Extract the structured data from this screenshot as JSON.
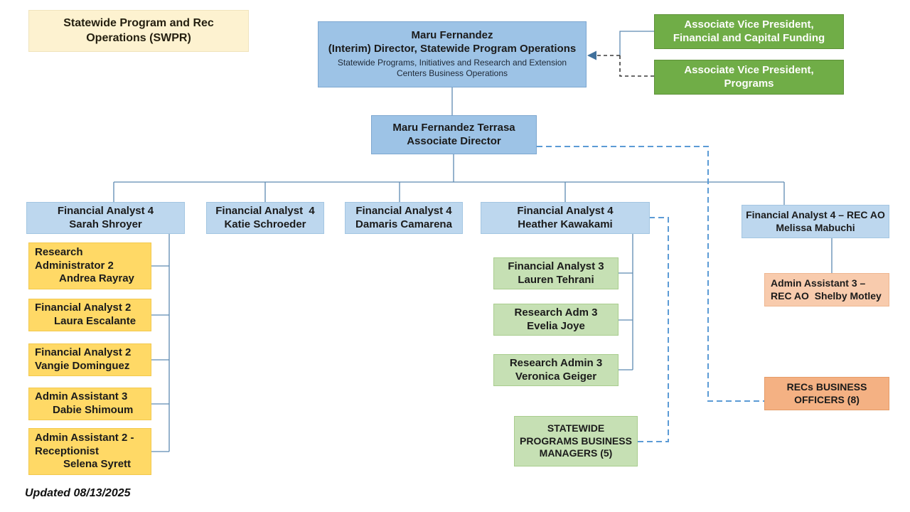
{
  "title_card": {
    "text": "Statewide Program and Rec Operations (SWPR)"
  },
  "director": {
    "name": "Maru Fernandez",
    "title": "(Interim) Director, Statewide Program Operations",
    "subtitle": "Statewide Programs, Initiatives and Research and Extension Centers Business Operations"
  },
  "avp_financial": {
    "label": "Associate Vice President, Financial and Capital Funding"
  },
  "avp_programs": {
    "label": "Associate Vice President, Programs"
  },
  "associate_director": {
    "name": "Maru Fernandez Terrasa",
    "title": "Associate Director"
  },
  "analysts": {
    "sarah": {
      "title": "Financial Analyst 4",
      "name": "Sarah Shroyer"
    },
    "katie": {
      "title": "Financial Analyst  4",
      "name": "Katie Schroeder"
    },
    "damaris": {
      "title": "Financial Analyst 4",
      "name": "Damaris Camarena"
    },
    "heather": {
      "title": "Financial Analyst 4",
      "name": "Heather Kawakami"
    },
    "melissa": {
      "title": "Financial Analyst 4 – REC AO",
      "name": "Melissa Mabuchi"
    }
  },
  "sarah_reports": {
    "andrea": {
      "title": "Research Administrator 2",
      "name": "Andrea Rayray"
    },
    "laura": {
      "title": "Financial Analyst 2",
      "name": "Laura Escalante"
    },
    "vangie": {
      "title": "Financial Analyst 2",
      "name": "Vangie Dominguez"
    },
    "dabie": {
      "title": "Admin Assistant 3",
      "name": "Dabie Shimoum"
    },
    "selena": {
      "title": "Admin Assistant 2 - Receptionist",
      "name": "Selena Syrett"
    }
  },
  "heather_reports": {
    "lauren": {
      "title": "Financial Analyst 3",
      "name": "Lauren Tehrani"
    },
    "evelia": {
      "title": "Research Adm 3",
      "name": "Evelia Joye"
    },
    "veronica": {
      "title": "Research Admin 3",
      "name": "Veronica Geiger"
    }
  },
  "managers": {
    "label": "STATEWIDE PROGRAMS BUSINESS MANAGERS (5)"
  },
  "shelby": {
    "line1": "Admin Assistant 3 –",
    "line2": "REC AO  Shelby Motley"
  },
  "recs": {
    "label": "RECs BUSINESS OFFICERS (8)"
  },
  "footer": {
    "updated": "Updated 08/13/2025"
  },
  "colors": {
    "director_blue": "#9dc3e6",
    "analyst_blue": "#bdd7ee",
    "avp_green": "#70ad47",
    "title_cream": "#fdf2d0",
    "report_yellow": "#ffd966",
    "report_green": "#c6e0b4",
    "shelby_peach": "#f8cbad",
    "recs_orange": "#f4b183",
    "connector_blue": "#5e8ab2",
    "dashed_blue": "#5b9bd5",
    "dashed_dark": "#3a3a3a"
  }
}
